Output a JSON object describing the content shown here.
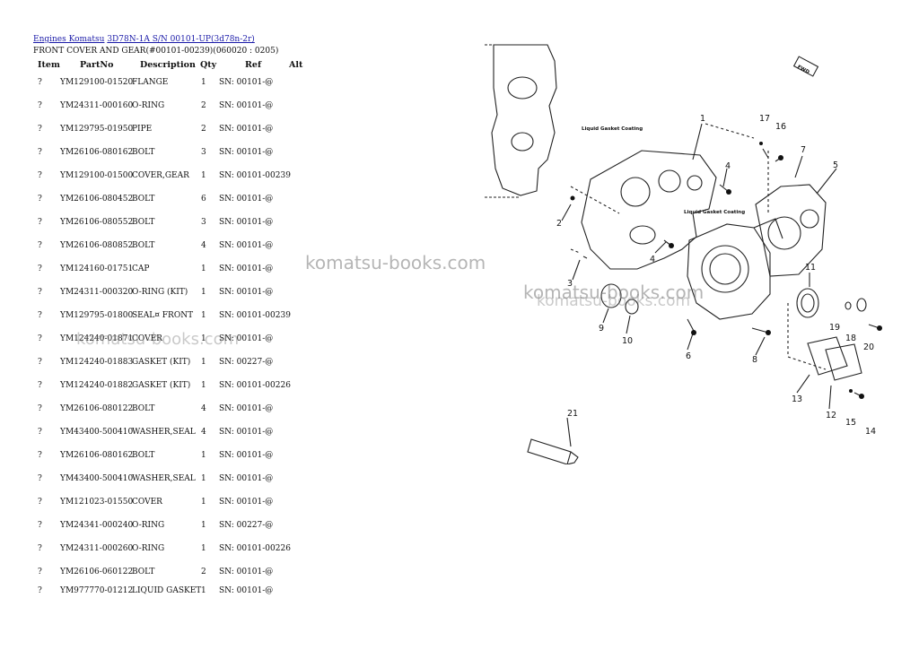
{
  "breadcrumb": {
    "link1": "Engines Komatsu",
    "link2": "3D78N-1A S/N 00101-UP(3d78n-2r)"
  },
  "subtitle": "FRONT COVER AND GEAR(#00101-00239)(060020 : 0205)",
  "table": {
    "headers": {
      "item": "Item",
      "partno": "PartNo",
      "description": "Description",
      "qty": "Qty",
      "ref": "Ref",
      "alt": "Alt"
    },
    "rows": [
      {
        "item": "?",
        "partno": "YM129100-01520",
        "description": "FLANGE",
        "qty": "1",
        "ref": "SN: 00101-@"
      },
      {
        "item": "?",
        "partno": "YM24311-000160",
        "description": "O-RING",
        "qty": "2",
        "ref": "SN: 00101-@"
      },
      {
        "item": "?",
        "partno": "YM129795-01950",
        "description": "PIPE",
        "qty": "2",
        "ref": "SN: 00101-@"
      },
      {
        "item": "?",
        "partno": "YM26106-080162",
        "description": "BOLT",
        "qty": "3",
        "ref": "SN: 00101-@"
      },
      {
        "item": "?",
        "partno": "YM129100-01500",
        "description": "COVER,GEAR",
        "qty": "1",
        "ref": "SN: 00101-00239"
      },
      {
        "item": "?",
        "partno": "YM26106-080452",
        "description": "BOLT",
        "qty": "6",
        "ref": "SN: 00101-@"
      },
      {
        "item": "?",
        "partno": "YM26106-080552",
        "description": "BOLT",
        "qty": "3",
        "ref": "SN: 00101-@"
      },
      {
        "item": "?",
        "partno": "YM26106-080852",
        "description": "BOLT",
        "qty": "4",
        "ref": "SN: 00101-@"
      },
      {
        "item": "?",
        "partno": "YM124160-01751",
        "description": "CAP",
        "qty": "1",
        "ref": "SN: 00101-@"
      },
      {
        "item": "?",
        "partno": "YM24311-000320",
        "description": "O-RING (KIT)",
        "qty": "1",
        "ref": "SN: 00101-@"
      },
      {
        "item": "?",
        "partno": "YM129795-01800",
        "description": "SEAL¤ FRONT",
        "qty": "1",
        "ref": "SN: 00101-00239"
      },
      {
        "item": "?",
        "partno": "YM124240-01871",
        "description": "COVER",
        "qty": "1",
        "ref": "SN: 00101-@"
      },
      {
        "item": "?",
        "partno": "YM124240-01883",
        "description": "GASKET (KIT)",
        "qty": "1",
        "ref": "SN: 00227-@"
      },
      {
        "item": "?",
        "partno": "YM124240-01882",
        "description": "GASKET (KIT)",
        "qty": "1",
        "ref": "SN: 00101-00226"
      },
      {
        "item": "?",
        "partno": "YM26106-080122",
        "description": "BOLT",
        "qty": "4",
        "ref": "SN: 00101-@"
      },
      {
        "item": "?",
        "partno": "YM43400-500410",
        "description": "WASHER,SEAL",
        "qty": "4",
        "ref": "SN: 00101-@"
      },
      {
        "item": "?",
        "partno": "YM26106-080162",
        "description": "BOLT",
        "qty": "1",
        "ref": "SN: 00101-@"
      },
      {
        "item": "?",
        "partno": "YM43400-500410",
        "description": "WASHER,SEAL",
        "qty": "1",
        "ref": "SN: 00101-@"
      },
      {
        "item": "?",
        "partno": "YM121023-01550",
        "description": "COVER",
        "qty": "1",
        "ref": "SN: 00101-@"
      },
      {
        "item": "?",
        "partno": "YM24341-000240",
        "description": "O-RING",
        "qty": "1",
        "ref": "SN: 00227-@"
      },
      {
        "item": "?",
        "partno": "YM24311-000260",
        "description": "O-RING",
        "qty": "1",
        "ref": "SN: 00101-00226"
      },
      {
        "item": "?",
        "partno": "YM26106-060122",
        "description": "BOLT",
        "qty": "2",
        "ref": "SN: 00101-@"
      },
      {
        "item": "?",
        "partno": "YM977770-01212",
        "description": "LIQUID GASKET",
        "qty": "1",
        "ref": "SN: 00101-@"
      }
    ]
  },
  "watermarks": [
    "komatsu-books.com",
    "komatsu-books.com",
    "komatsu-books.com",
    "komatsu-books.com"
  ],
  "diagram": {
    "callouts": [
      "1",
      "2",
      "3",
      "4",
      "4",
      "5",
      "6",
      "7",
      "8",
      "9",
      "10",
      "11",
      "12",
      "13",
      "14",
      "15",
      "16",
      "17",
      "18",
      "19",
      "20",
      "21"
    ],
    "notes": [
      "Liquid Gasket Coating",
      "Liquid Gasket Coating",
      "FWD"
    ]
  },
  "colors": {
    "link": "#1a1aa8",
    "watermark": "#787878"
  }
}
